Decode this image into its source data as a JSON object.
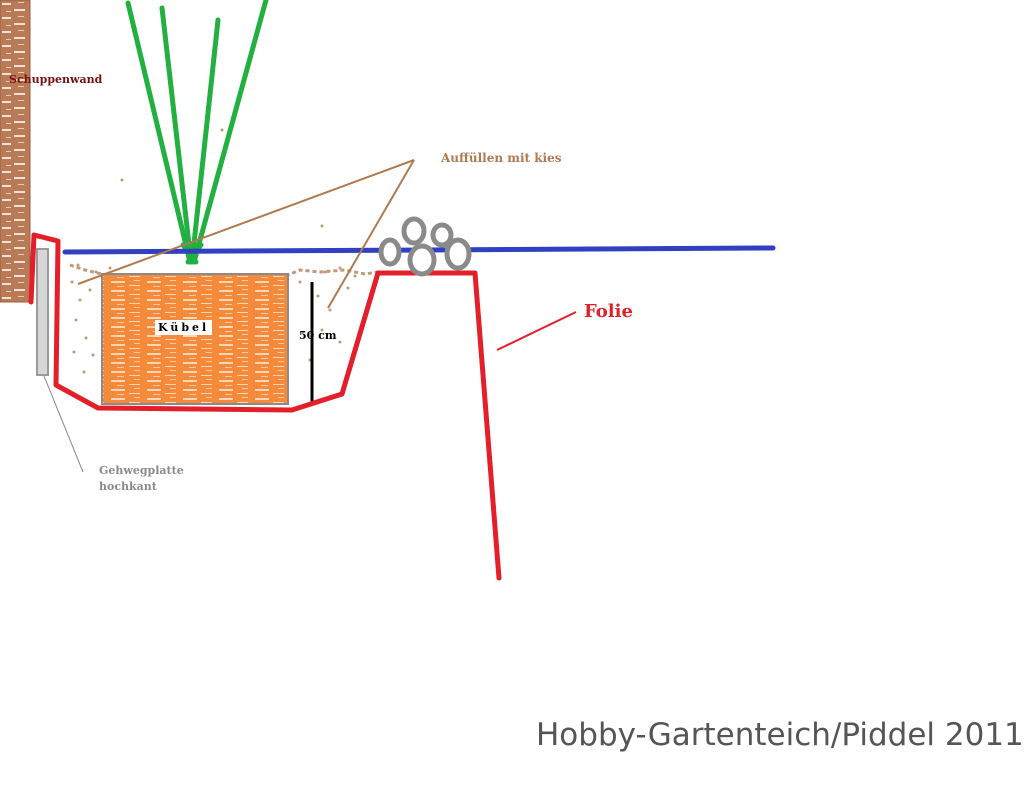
{
  "labels": {
    "wall": "Schuppenwand",
    "fill": "Auffüllen mit kies",
    "liner": "Folie",
    "tub": "Kübel",
    "depth": "50 cm",
    "slab_line1": "Gehwegplatte",
    "slab_line2": "hochkant"
  },
  "credit": "Hobby-Gartenteich/Piddel 2011",
  "colors": {
    "wall": "#b97a57",
    "wall_text": "#7a1010",
    "liner": "#e3202a",
    "water": "#3040c0",
    "tub_fill": "#f58a3a",
    "tub_border": "#8a8a8a",
    "plant": "#22b040",
    "gravel": "#c09a78",
    "annotation": "#b07a50",
    "stone": "#8a8a8a",
    "slab": "#a8a8a8",
    "leader_grey": "#8a8a8a",
    "credit_text": "#555555"
  }
}
